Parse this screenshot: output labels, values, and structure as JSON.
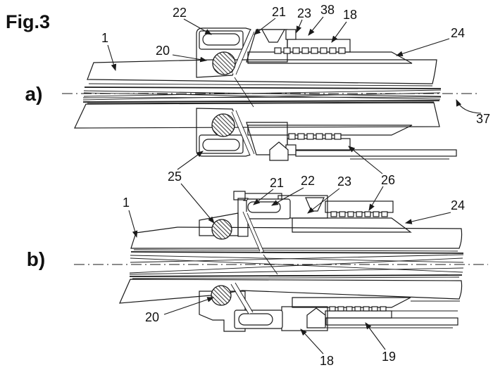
{
  "figure": {
    "title": "Fig.3",
    "type": "patent sectional drawing, two views"
  },
  "views": {
    "a": {
      "label": "a)"
    },
    "b": {
      "label": "b)"
    }
  },
  "callouts": {
    "a22": "22",
    "a21": "21",
    "a23": "23",
    "a38": "38",
    "a18": "18",
    "a24": "24",
    "a1": "1",
    "a20": "20",
    "a37": "37",
    "s25": "25",
    "s26": "26",
    "b21": "21",
    "b22": "22",
    "b23": "23",
    "b1": "1",
    "b24": "24",
    "b20": "20",
    "b18": "18",
    "b19": "19"
  },
  "reference_parts_visible": [
    "1",
    "18",
    "19",
    "20",
    "21",
    "22",
    "23",
    "24",
    "25",
    "26",
    "37",
    "38"
  ],
  "colors": {
    "ink": "#1a1a1a",
    "paper": "#ffffff"
  }
}
